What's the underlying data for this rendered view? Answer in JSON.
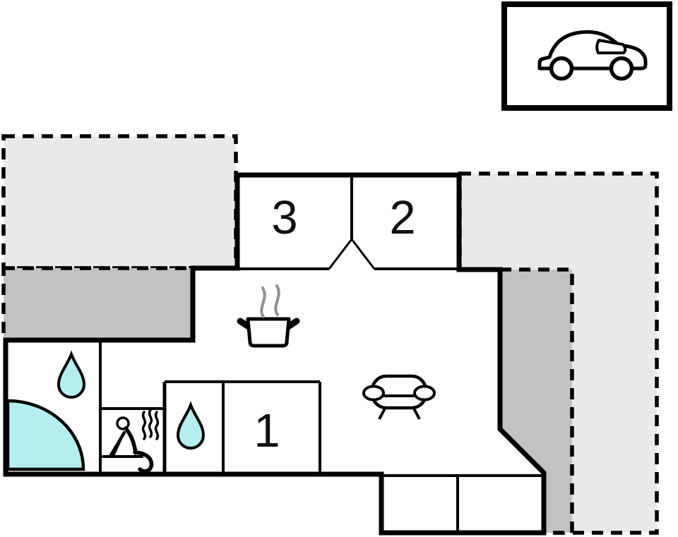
{
  "diagram": {
    "type": "floor-plan",
    "rooms": [
      {
        "id": "room-3",
        "label": "3"
      },
      {
        "id": "room-2",
        "label": "2"
      },
      {
        "id": "room-1",
        "label": "1"
      }
    ],
    "areas": [
      "carport",
      "terrace-top-left",
      "terrace-right",
      "covered-patio-left",
      "covered-patio-right",
      "bathroom",
      "sauna",
      "toilet",
      "kitchen",
      "living-room",
      "storage-annex"
    ],
    "icons": [
      "car-icon",
      "cooking-pot-icon",
      "steam-icon",
      "sofa-icon",
      "water-drop-icon",
      "shower-corner-icon",
      "sauna-person-icon"
    ]
  },
  "colors": {
    "wall": "#000000",
    "background": "#ffffff",
    "water": "#b4eef0",
    "terrace_light": "#e9e9eb",
    "terrace_dark": "#c2c2c4",
    "steam": "#8f8f8f"
  }
}
